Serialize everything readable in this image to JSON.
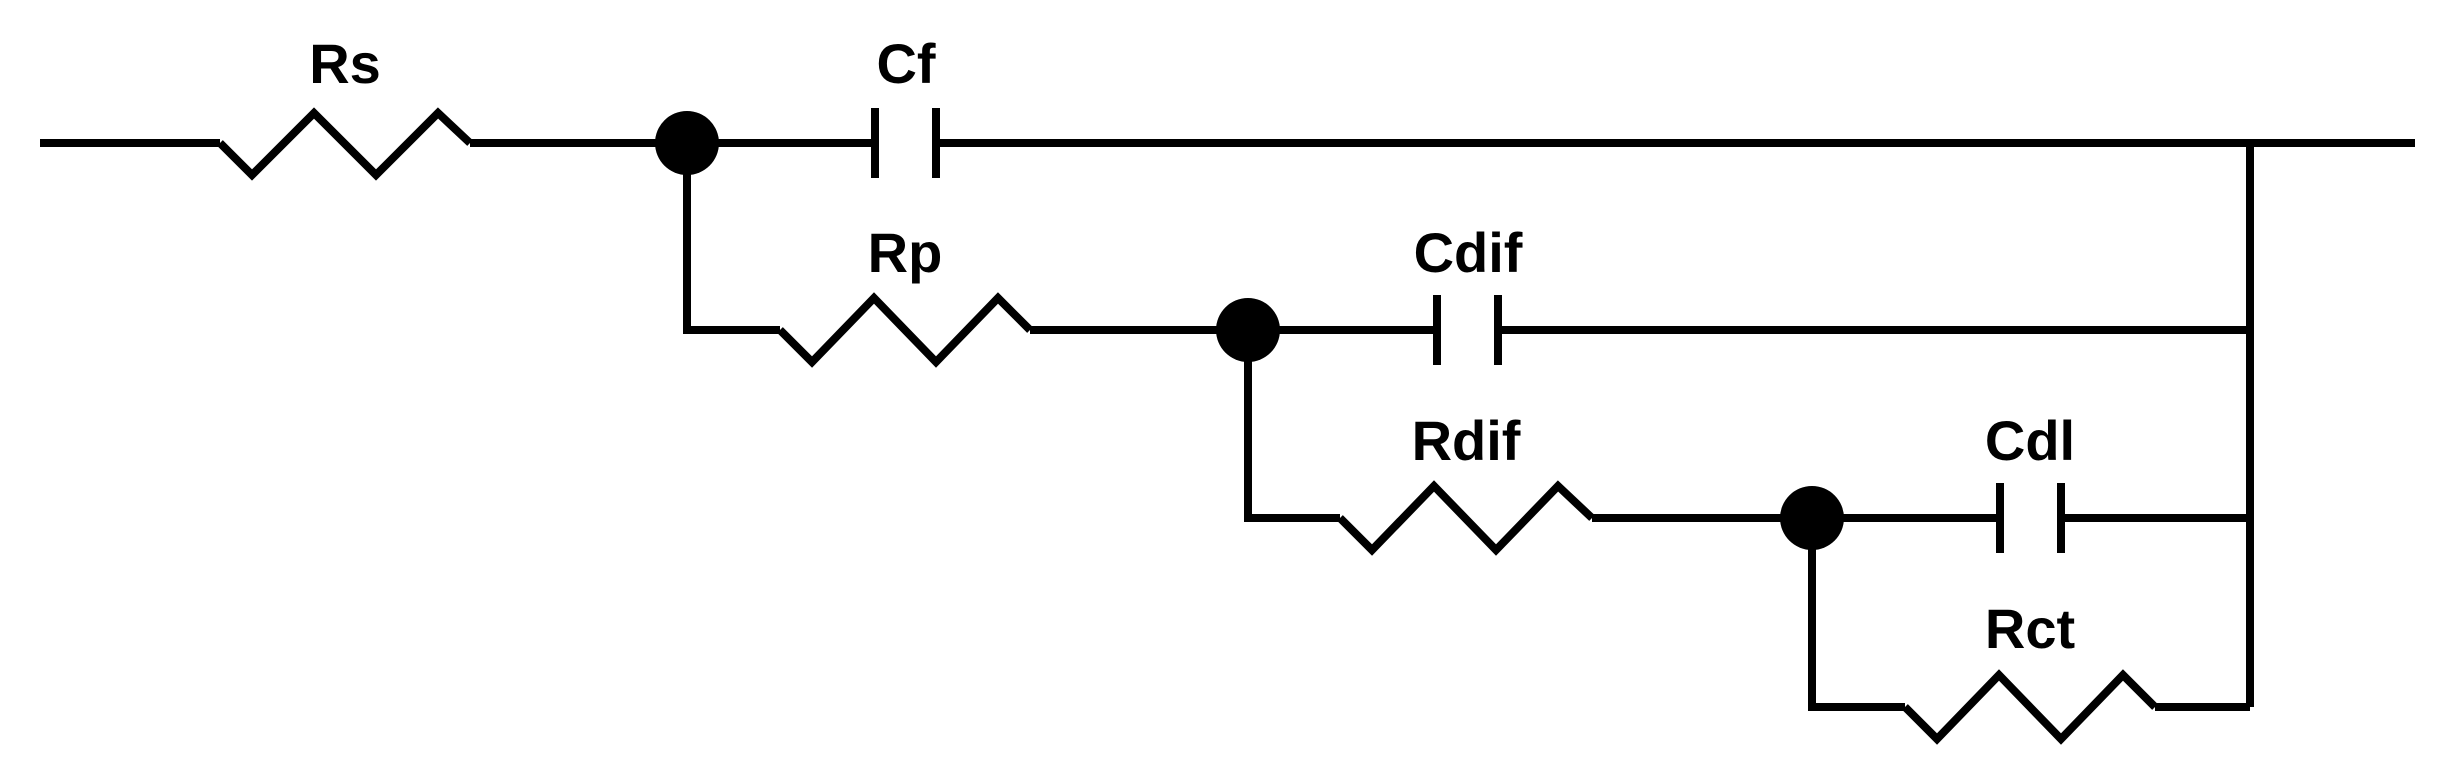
{
  "colors": {
    "background": "#ffffff",
    "wire": "#000000",
    "label": "#000000"
  },
  "components": {
    "rs": {
      "kind": "resistor",
      "label": "Rs"
    },
    "cf": {
      "kind": "capacitor",
      "label": "Cf"
    },
    "rp": {
      "kind": "resistor",
      "label": "Rp"
    },
    "cdif": {
      "kind": "capacitor",
      "label": "Cdif"
    },
    "rdif": {
      "kind": "resistor",
      "label": "Rdif"
    },
    "cdl": {
      "kind": "capacitor",
      "label": "Cdl"
    },
    "rct": {
      "kind": "resistor",
      "label": "Rct"
    }
  }
}
